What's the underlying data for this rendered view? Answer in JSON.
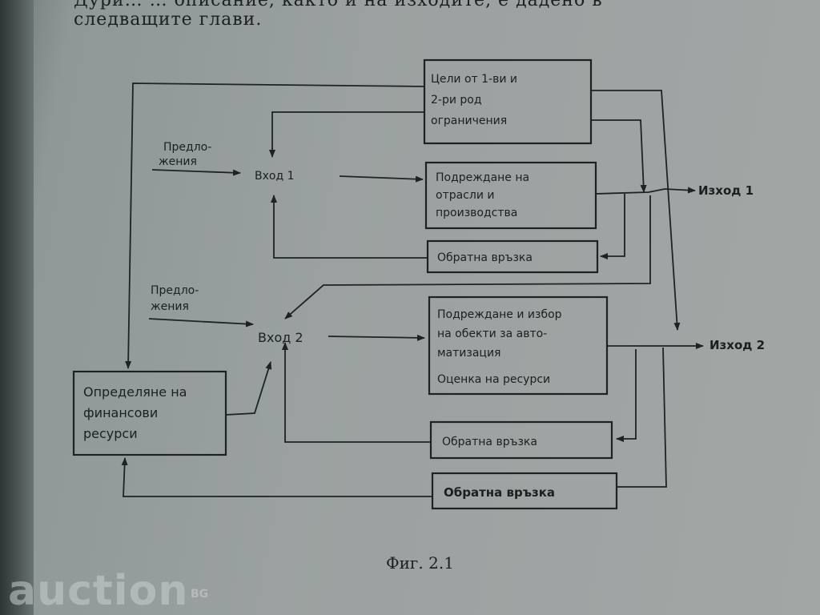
{
  "top_text": {
    "line1": "Дури… …   описание, както и на изходите, е дадено в",
    "line2": "следващите глави."
  },
  "inputs": {
    "proposals_1_line1": "Предло-",
    "proposals_1_line2": "жения",
    "input_1": "Вход 1",
    "proposals_2_line1": "Предло-",
    "proposals_2_line2": "жения",
    "input_2": "Вход 2"
  },
  "boxes": {
    "goals": [
      "Цели от 1-ви  и",
      "2-ри род",
      "ограничения"
    ],
    "ordering_branches": [
      "Подреждане на",
      "отрасли  и",
      "производства"
    ],
    "feedback_1": "Обратна връзка",
    "selection": [
      "Подреждане и избор",
      "на обекти за авто-",
      "матизация"
    ],
    "resource_assessment": "Оценка на ресурси",
    "financial": [
      "Определяне на",
      "финансови",
      "ресурси"
    ],
    "feedback_2": "Обратна връзка",
    "feedback_3": "Обратна връзка"
  },
  "outputs": {
    "output_1": "Изход 1",
    "output_2": "Изход 2"
  },
  "caption": "Фиг.  2.1",
  "watermark": {
    "text": "auction",
    "suffix": "BG"
  },
  "colors": {
    "paper": "#9ea4a3",
    "ink": "#1e2222"
  }
}
